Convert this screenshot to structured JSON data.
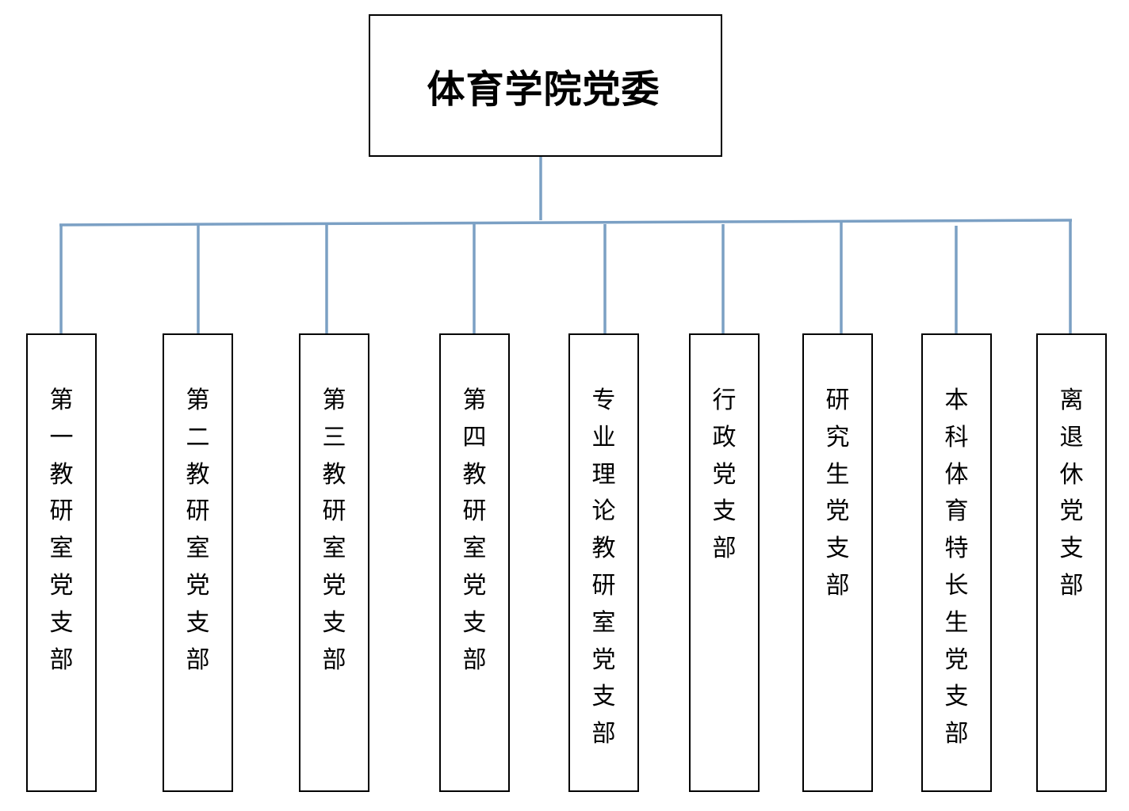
{
  "chart": {
    "root": {
      "label": "体育学院党委"
    },
    "branches": [
      {
        "id": "branch-1",
        "label": "第一教研室党支部"
      },
      {
        "id": "branch-2",
        "label": "第二教研室党支部"
      },
      {
        "id": "branch-3",
        "label": "第三教研室党支部"
      },
      {
        "id": "branch-4",
        "label": "第四教研室党支部"
      },
      {
        "id": "branch-5",
        "label": "专业理论教研室党支部"
      },
      {
        "id": "branch-6",
        "label": "行政党支部"
      },
      {
        "id": "branch-7",
        "label": "研究生党支部"
      },
      {
        "id": "branch-8",
        "label": "本科体育特长生党支部"
      },
      {
        "id": "branch-9",
        "label": "离退休党支部"
      }
    ],
    "colors": {
      "connector": "#7ba0c4",
      "border": "#000000",
      "text": "#000000"
    }
  }
}
